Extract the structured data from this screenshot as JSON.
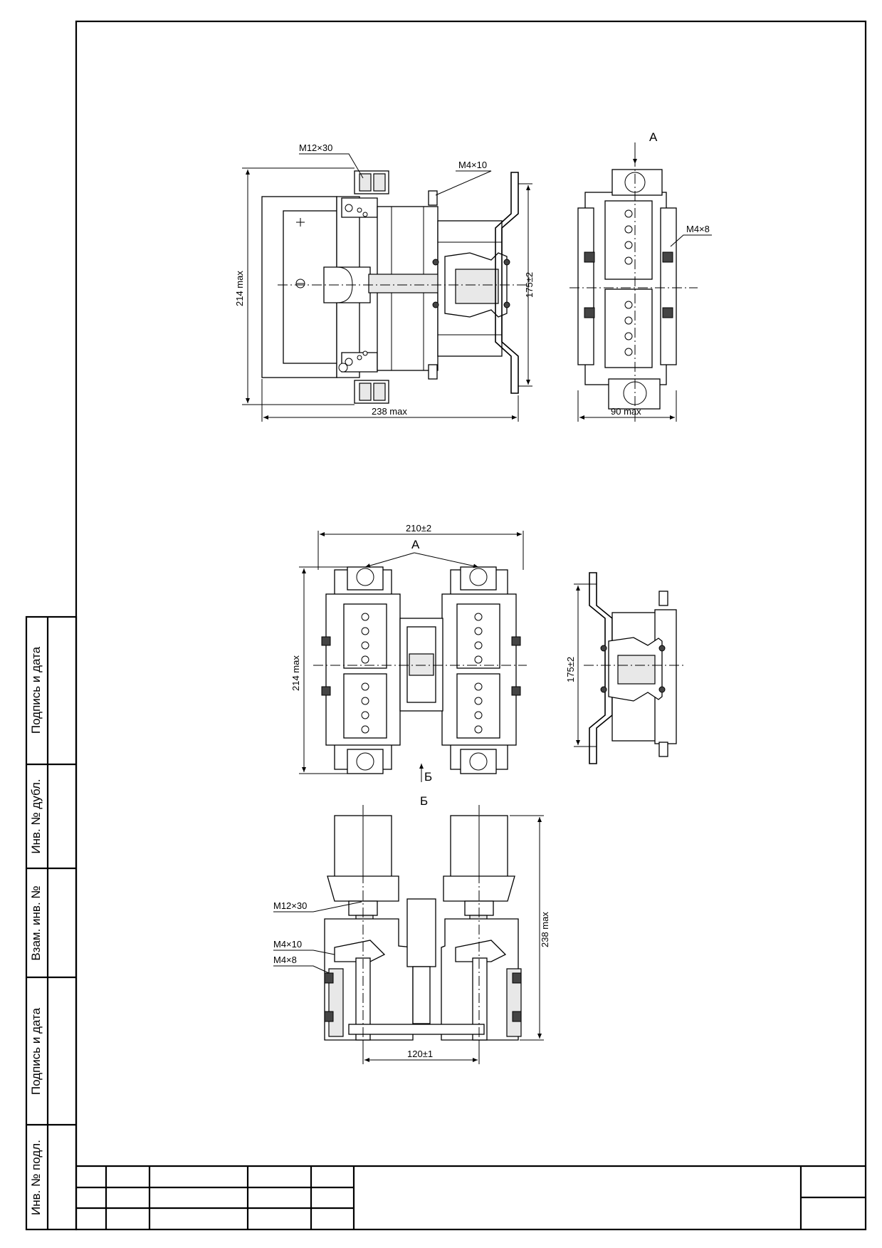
{
  "side_stamp": {
    "cells": [
      "Инв. № подл.",
      "Подпись и дата",
      "Взам. инв. №",
      "Инв. № дубл.",
      "Подпись и дата"
    ]
  },
  "view_front": {
    "bolt_label": "M12×30",
    "screw_label": "M4×10",
    "height_dim": "214 max",
    "width_dim": "238 max",
    "mount_dim": "175±2"
  },
  "view_side_a": {
    "view_marker": "А",
    "screw_label": "M4×8",
    "width_dim": "90 max"
  },
  "view_pair_top": {
    "width_dim": "210±2",
    "view_marker": "А",
    "height_dim": "214 max",
    "arrow_marker": "Б"
  },
  "view_pair_side": {
    "mount_dim": "175±2"
  },
  "view_b": {
    "title": "Б",
    "bolt_label": "M12×30",
    "screw_label_1": "M4×10",
    "screw_label_2": "M4×8",
    "height_dim": "238 max",
    "spacing_dim": "120±1"
  }
}
